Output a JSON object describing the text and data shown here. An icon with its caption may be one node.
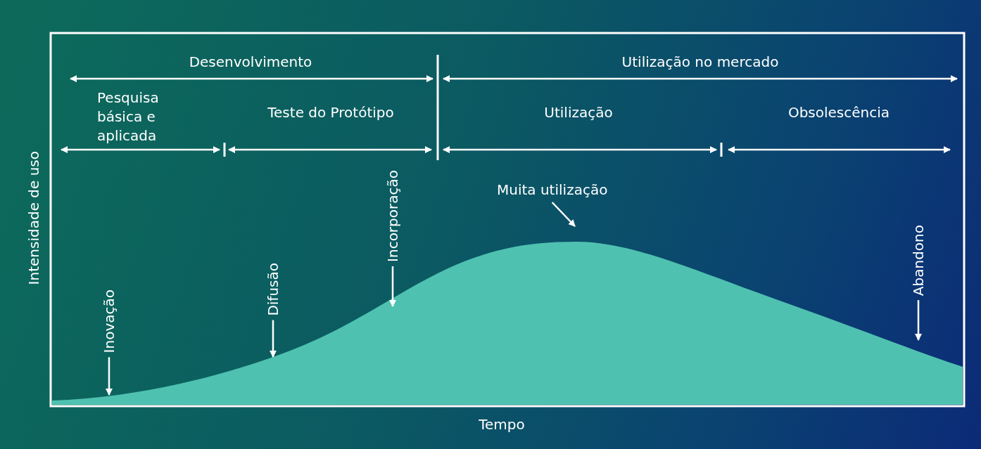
{
  "diagram": {
    "nodes": [
      {
        "text": [
          "Inovação"
        ]
      },
      {
        "text": [
          "Difusão"
        ]
      },
      {
        "text": [
          "Incorporação"
        ]
      },
      {
        "text": [
          "Muita utilização"
        ]
      },
      {
        "text": [
          "Abandono"
        ]
      }
    ],
    "edges": [
      {
        "from": 0,
        "to": null,
        "arrow": "to"
      },
      {
        "from": 1,
        "to": null,
        "arrow": "to"
      },
      {
        "from": 2,
        "to": null,
        "arrow": "to"
      },
      {
        "from": 3,
        "to": null,
        "arrow": "to"
      },
      {
        "from": 4,
        "to": null,
        "arrow": "to"
      }
    ],
    "labels": [
      "Desenvolvimento",
      "Utilização no mercado",
      "Pesquisa básica e aplicada",
      "Teste do Protótipo",
      "Utilização",
      "Obsolescência",
      "Intensidade de uso",
      "Tempo"
    ]
  }
}
